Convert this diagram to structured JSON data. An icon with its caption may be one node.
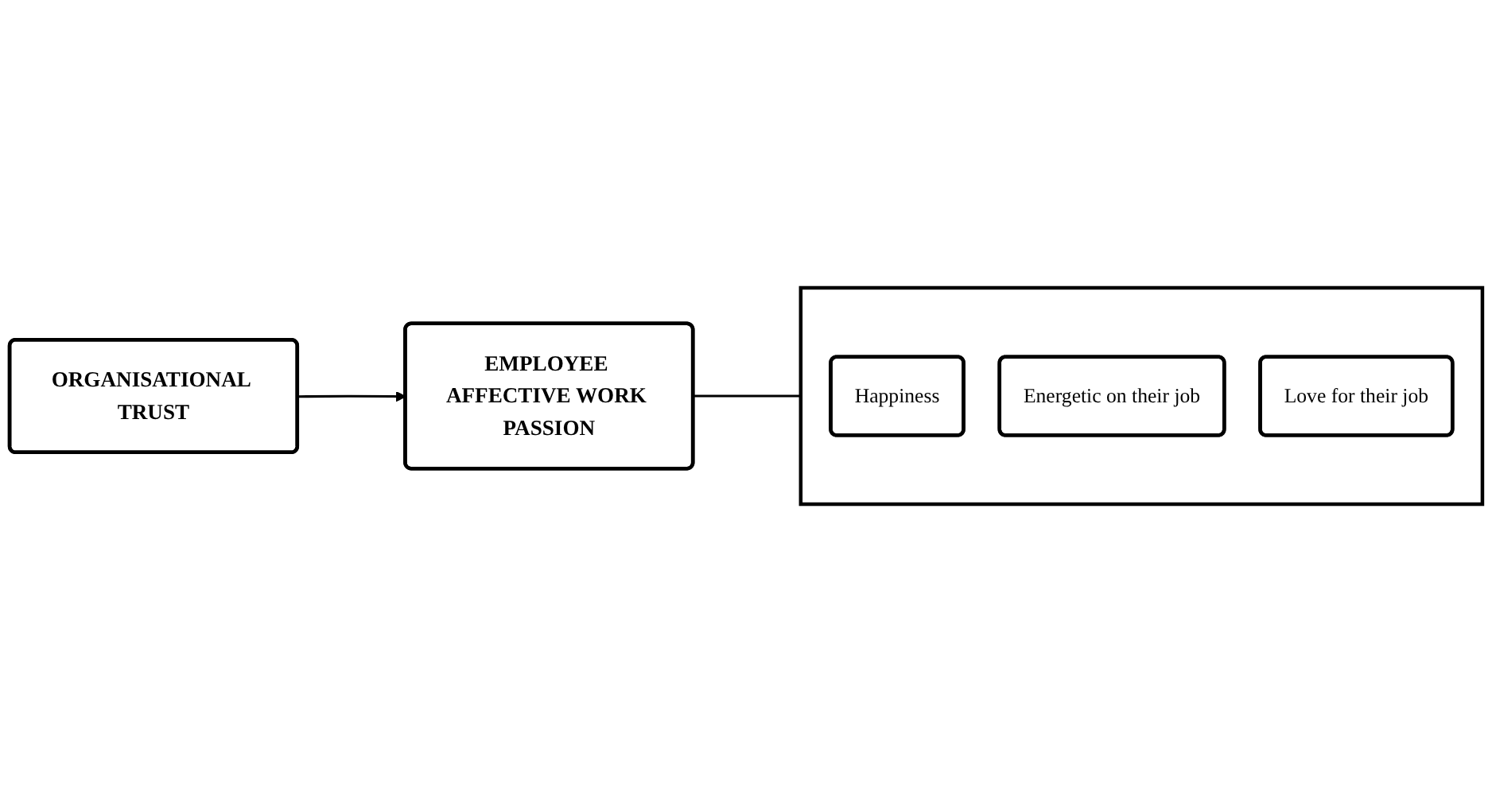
{
  "diagram": {
    "nodes": [
      {
        "text": [
          "ORGANISATIONAL TRUST"
        ]
      },
      {
        "text": [
          "EMPLOYEE AFFECTIVE WORK PASSION"
        ]
      },
      {
        "text": [],
        "shape": "box"
      },
      {
        "text": [
          "Happiness"
        ],
        "in": 2
      },
      {
        "text": [
          "Energetic on their job"
        ],
        "in": 2
      },
      {
        "text": [
          "Love for their job"
        ],
        "in": 2
      }
    ],
    "edges": [
      {
        "from": 0,
        "to": 1,
        "arrow": "to"
      },
      {
        "from": 1,
        "to": 2,
        "arrow": "none"
      }
    ]
  }
}
